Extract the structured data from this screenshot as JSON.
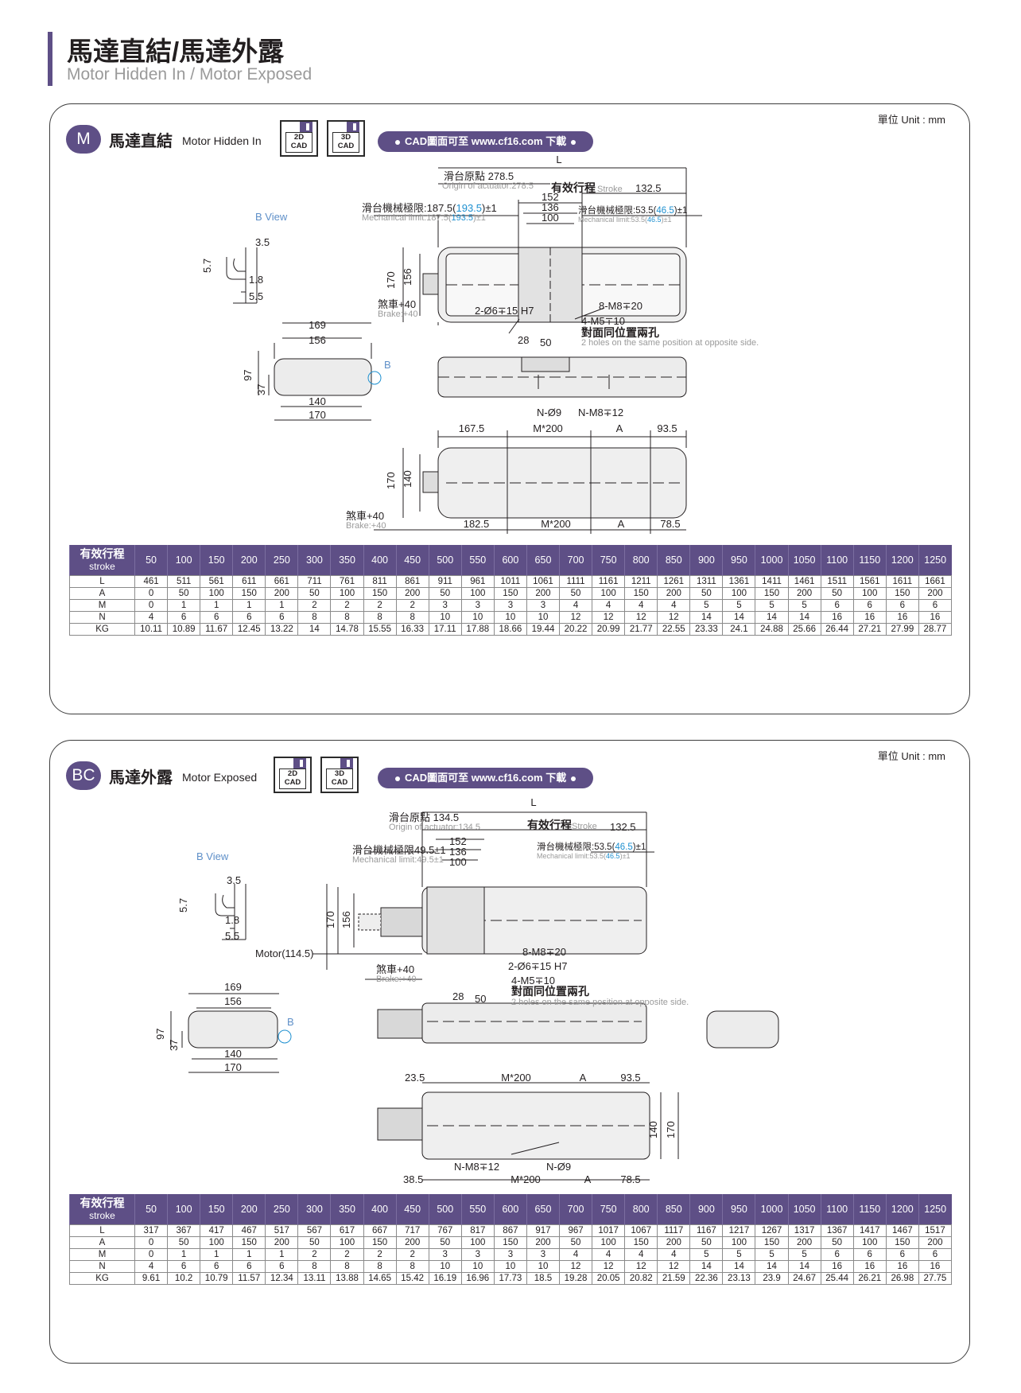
{
  "header": {
    "title": "馬達直結/馬達外露",
    "subtitle": "Motor Hidden In / Motor Exposed"
  },
  "strokes": [
    "50",
    "100",
    "150",
    "200",
    "250",
    "300",
    "350",
    "400",
    "450",
    "500",
    "550",
    "600",
    "650",
    "700",
    "750",
    "800",
    "850",
    "900",
    "950",
    "1000",
    "1050",
    "1100",
    "1150",
    "1200",
    "1250"
  ],
  "panel_m": {
    "unit": "單位 Unit : mm",
    "badge": "M",
    "title": "馬達直結",
    "title_en": "Motor Hidden In",
    "cad2d_top": "2D",
    "cad2d_bottom": "CAD",
    "cad3d_top": "3D",
    "cad3d_bottom": "CAD",
    "cad_banner": "CAD圖面可至 www.cf16.com 下載",
    "bview": "B View",
    "labels": {
      "L": "L",
      "origin": "滑台原點 278.5",
      "origin_en": "Origin of actuator:278.5",
      "stroke": "有效行程",
      "stroke_en": "Stroke",
      "d1325": "132.5",
      "mech_left": "滑台機械極限:187.5(",
      "mech_left_blue": "193.5",
      "mech_left_tail": ")±1",
      "mech_left_en": "Mechanical limit:187.5(",
      "mech_left_en_blue": "193.5",
      "mech_left_en_tail": ")±1",
      "d152": "152",
      "d136": "136",
      "d100": "100",
      "mech_right": "滑台機械極限:53.5(",
      "mech_right_blue": "46.5",
      "mech_right_tail": ")±1",
      "mech_right_en": "Mechanical limit:53.5(",
      "mech_right_en_blue": "46.5",
      "mech_right_en_tail": ")±1",
      "d170": "170",
      "d156": "156",
      "d35": "3.5",
      "d57": "5.7",
      "d18": "1.8",
      "d55": "5.5",
      "brake": "煞車+40",
      "brake_en": "Brake:+40",
      "pin": "2-Ø6∓15 H7",
      "m8": "8-M8∓20",
      "m5": "4-M5∓10",
      "holes": "對面同位置兩孔",
      "holes_en": "2 holes on the same position at opposite side.",
      "d169": "169",
      "d28": "28",
      "d50": "50",
      "d97": "97",
      "d37": "37",
      "b": "B",
      "d140": "140",
      "n9": "N-Ø9",
      "nm8": "N-M8∓12",
      "d1675": "167.5",
      "m200": "M*200",
      "a": "A",
      "d935": "93.5",
      "d1825": "182.5",
      "d785": "78.5"
    },
    "table": {
      "header_zh": "有效行程",
      "header_en": "stroke",
      "rows": [
        {
          "label": "L",
          "values": [
            "461",
            "511",
            "561",
            "611",
            "661",
            "711",
            "761",
            "811",
            "861",
            "911",
            "961",
            "1011",
            "1061",
            "1111",
            "1161",
            "1211",
            "1261",
            "1311",
            "1361",
            "1411",
            "1461",
            "1511",
            "1561",
            "1611",
            "1661"
          ]
        },
        {
          "label": "A",
          "values": [
            "0",
            "50",
            "100",
            "150",
            "200",
            "50",
            "100",
            "150",
            "200",
            "50",
            "100",
            "150",
            "200",
            "50",
            "100",
            "150",
            "200",
            "50",
            "100",
            "150",
            "200",
            "50",
            "100",
            "150",
            "200"
          ]
        },
        {
          "label": "M",
          "values": [
            "0",
            "1",
            "1",
            "1",
            "1",
            "2",
            "2",
            "2",
            "2",
            "3",
            "3",
            "3",
            "3",
            "4",
            "4",
            "4",
            "4",
            "5",
            "5",
            "5",
            "5",
            "6",
            "6",
            "6",
            "6"
          ]
        },
        {
          "label": "N",
          "values": [
            "4",
            "6",
            "6",
            "6",
            "6",
            "8",
            "8",
            "8",
            "8",
            "10",
            "10",
            "10",
            "10",
            "12",
            "12",
            "12",
            "12",
            "14",
            "14",
            "14",
            "14",
            "16",
            "16",
            "16",
            "16"
          ]
        },
        {
          "label": "KG",
          "values": [
            "10.11",
            "10.89",
            "11.67",
            "12.45",
            "13.22",
            "14",
            "14.78",
            "15.55",
            "16.33",
            "17.11",
            "17.88",
            "18.66",
            "19.44",
            "20.22",
            "20.99",
            "21.77",
            "22.55",
            "23.33",
            "24.1",
            "24.88",
            "25.66",
            "26.44",
            "27.21",
            "27.99",
            "28.77"
          ]
        }
      ]
    }
  },
  "panel_bc": {
    "unit": "單位 Unit : mm",
    "badge": "BC",
    "title": "馬達外露",
    "title_en": "Motor Exposed",
    "cad2d_top": "2D",
    "cad2d_bottom": "CAD",
    "cad3d_top": "3D",
    "cad3d_bottom": "CAD",
    "cad_banner": "CAD圖面可至 www.cf16.com 下載",
    "bview": "B View",
    "labels": {
      "L": "L",
      "origin": "滑台原點 134.5",
      "origin_en": "Origin of actuator:134.5",
      "stroke": "有效行程",
      "stroke_en": "Stroke",
      "d1325": "132.5",
      "mech_left": "滑台機械極限49.5±1",
      "mech_left_en": "Mechanical limit:49.5±1",
      "d152": "152",
      "d136": "136",
      "d100": "100",
      "mech_right": "滑台機械極限:53.5(",
      "mech_right_blue": "46.5",
      "mech_right_tail": ")±1",
      "mech_right_en": "Mechanical limit:53.5(",
      "mech_right_en_blue": "46.5",
      "mech_right_en_tail": ")±1",
      "d170": "170",
      "d156": "156",
      "d35": "3.5",
      "d57": "5.7",
      "d18": "1.8",
      "d55": "5.5",
      "motor": "Motor(114.5)",
      "brake": "煞車+40",
      "brake_en": "Brake:+40",
      "m8": "8-M8∓20",
      "pin": "2-Ø6∓15 H7",
      "m5": "4-M5∓10",
      "holes": "對面同位置兩孔",
      "holes_en": "2 holes on the same position at opposite side.",
      "d169": "169",
      "d28": "28",
      "d50": "50",
      "d97": "97",
      "d37": "37",
      "b": "B",
      "d140": "140",
      "d235": "23.5",
      "m200": "M*200",
      "a": "A",
      "d935": "93.5",
      "nm8": "N-M8∓12",
      "n9": "N-Ø9",
      "d385": "38.5",
      "d785": "78.5"
    },
    "table": {
      "header_zh": "有效行程",
      "header_en": "stroke",
      "rows": [
        {
          "label": "L",
          "values": [
            "317",
            "367",
            "417",
            "467",
            "517",
            "567",
            "617",
            "667",
            "717",
            "767",
            "817",
            "867",
            "917",
            "967",
            "1017",
            "1067",
            "1117",
            "1167",
            "1217",
            "1267",
            "1317",
            "1367",
            "1417",
            "1467",
            "1517"
          ]
        },
        {
          "label": "A",
          "values": [
            "0",
            "50",
            "100",
            "150",
            "200",
            "50",
            "100",
            "150",
            "200",
            "50",
            "100",
            "150",
            "200",
            "50",
            "100",
            "150",
            "200",
            "50",
            "100",
            "150",
            "200",
            "50",
            "100",
            "150",
            "200"
          ]
        },
        {
          "label": "M",
          "values": [
            "0",
            "1",
            "1",
            "1",
            "1",
            "2",
            "2",
            "2",
            "2",
            "3",
            "3",
            "3",
            "3",
            "4",
            "4",
            "4",
            "4",
            "5",
            "5",
            "5",
            "5",
            "6",
            "6",
            "6",
            "6"
          ]
        },
        {
          "label": "N",
          "values": [
            "4",
            "6",
            "6",
            "6",
            "6",
            "8",
            "8",
            "8",
            "8",
            "10",
            "10",
            "10",
            "10",
            "12",
            "12",
            "12",
            "12",
            "14",
            "14",
            "14",
            "14",
            "16",
            "16",
            "16",
            "16"
          ]
        },
        {
          "label": "KG",
          "values": [
            "9.61",
            "10.2",
            "10.79",
            "11.57",
            "12.34",
            "13.11",
            "13.88",
            "14.65",
            "15.42",
            "16.19",
            "16.96",
            "17.73",
            "18.5",
            "19.28",
            "20.05",
            "20.82",
            "21.59",
            "22.36",
            "23.13",
            "23.9",
            "24.67",
            "25.44",
            "26.21",
            "26.98",
            "27.75"
          ]
        }
      ]
    }
  },
  "colors": {
    "accent": "#5e4f86",
    "dimension_blue": "#1e90d0",
    "body_grey": "#e8e8e8"
  }
}
